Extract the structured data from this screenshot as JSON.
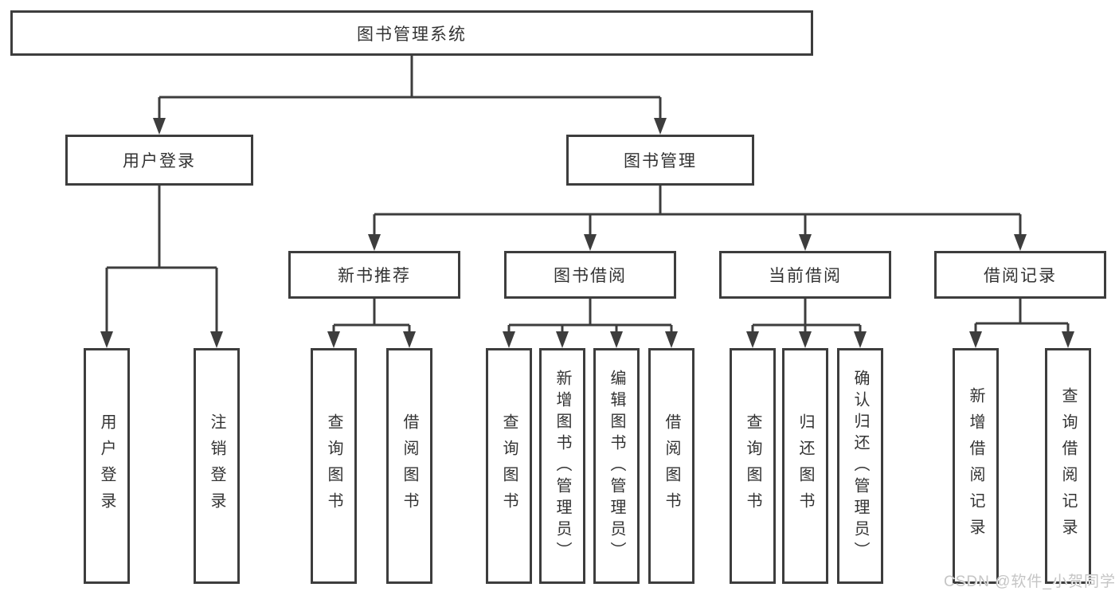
{
  "root": {
    "label": "图书管理系统"
  },
  "user_login": {
    "label": "用户登录",
    "leaves": [
      "用户登录",
      "注销登录"
    ]
  },
  "book_mgmt": {
    "label": "图书管理",
    "sections": [
      {
        "label": "新书推荐",
        "leaves": [
          "查询图书",
          "借阅图书"
        ]
      },
      {
        "label": "图书借阅",
        "leaves": [
          "查询图书",
          "新增图书（管理员）",
          "编辑图书（管理员）",
          "借阅图书"
        ]
      },
      {
        "label": "当前借阅",
        "leaves": [
          "查询图书",
          "归还图书",
          "确认归还（管理员）"
        ]
      },
      {
        "label": "借阅记录",
        "leaves": [
          "新增借阅记录",
          "查询借阅记录"
        ]
      }
    ]
  },
  "watermark": {
    "text": "CSDN @软件_小贺同学"
  },
  "colors": {
    "line": "#3d3d3d",
    "box_border": "#3d3d3d",
    "box_fill": "#ffffff",
    "text": "#333333",
    "watermark": "#c5c5c5",
    "background": "#ffffff"
  }
}
